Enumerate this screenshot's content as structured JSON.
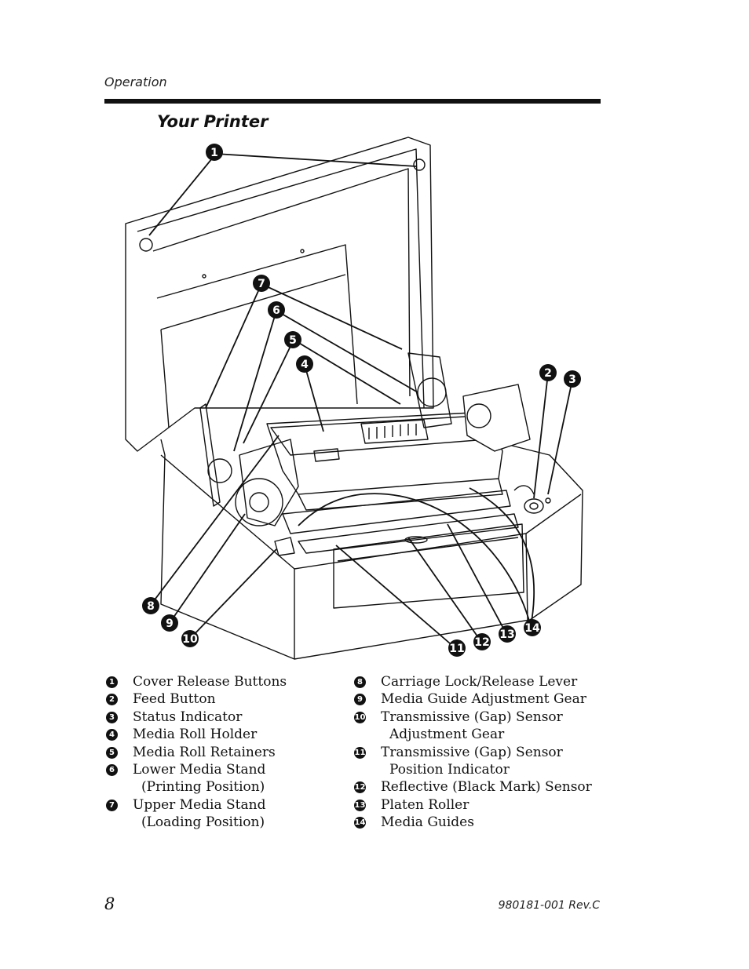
{
  "header": {
    "section": "Operation"
  },
  "figure": {
    "title": "Your Printer",
    "callouts": [
      "1",
      "2",
      "3",
      "4",
      "5",
      "6",
      "7",
      "8",
      "9",
      "10",
      "11",
      "12",
      "13",
      "14"
    ]
  },
  "legend": {
    "left": [
      {
        "num": "1",
        "lines": [
          "Cover Release Buttons"
        ]
      },
      {
        "num": "2",
        "lines": [
          "Feed Button"
        ]
      },
      {
        "num": "3",
        "lines": [
          "Status Indicator"
        ]
      },
      {
        "num": "4",
        "lines": [
          "Media Roll Holder"
        ]
      },
      {
        "num": "5",
        "lines": [
          "Media Roll Retainers"
        ]
      },
      {
        "num": "6",
        "lines": [
          "Lower Media Stand",
          "(Printing Position)"
        ]
      },
      {
        "num": "7",
        "lines": [
          "Upper Media Stand",
          "(Loading Position)"
        ]
      }
    ],
    "right": [
      {
        "num": "8",
        "lines": [
          "Carriage Lock/Release Lever"
        ]
      },
      {
        "num": "9",
        "lines": [
          "Media Guide Adjustment Gear"
        ]
      },
      {
        "num": "10",
        "lines": [
          "Transmissive (Gap) Sensor",
          "Adjustment Gear"
        ]
      },
      {
        "num": "11",
        "lines": [
          "Transmissive (Gap) Sensor",
          "Position Indicator"
        ]
      },
      {
        "num": "12",
        "lines": [
          "Reflective (Black Mark) Sensor"
        ]
      },
      {
        "num": "13",
        "lines": [
          "Platen Roller"
        ]
      },
      {
        "num": "14",
        "lines": [
          "Media Guides"
        ]
      }
    ]
  },
  "footer": {
    "page": "8",
    "doc_id": "980181-001 Rev.C"
  }
}
